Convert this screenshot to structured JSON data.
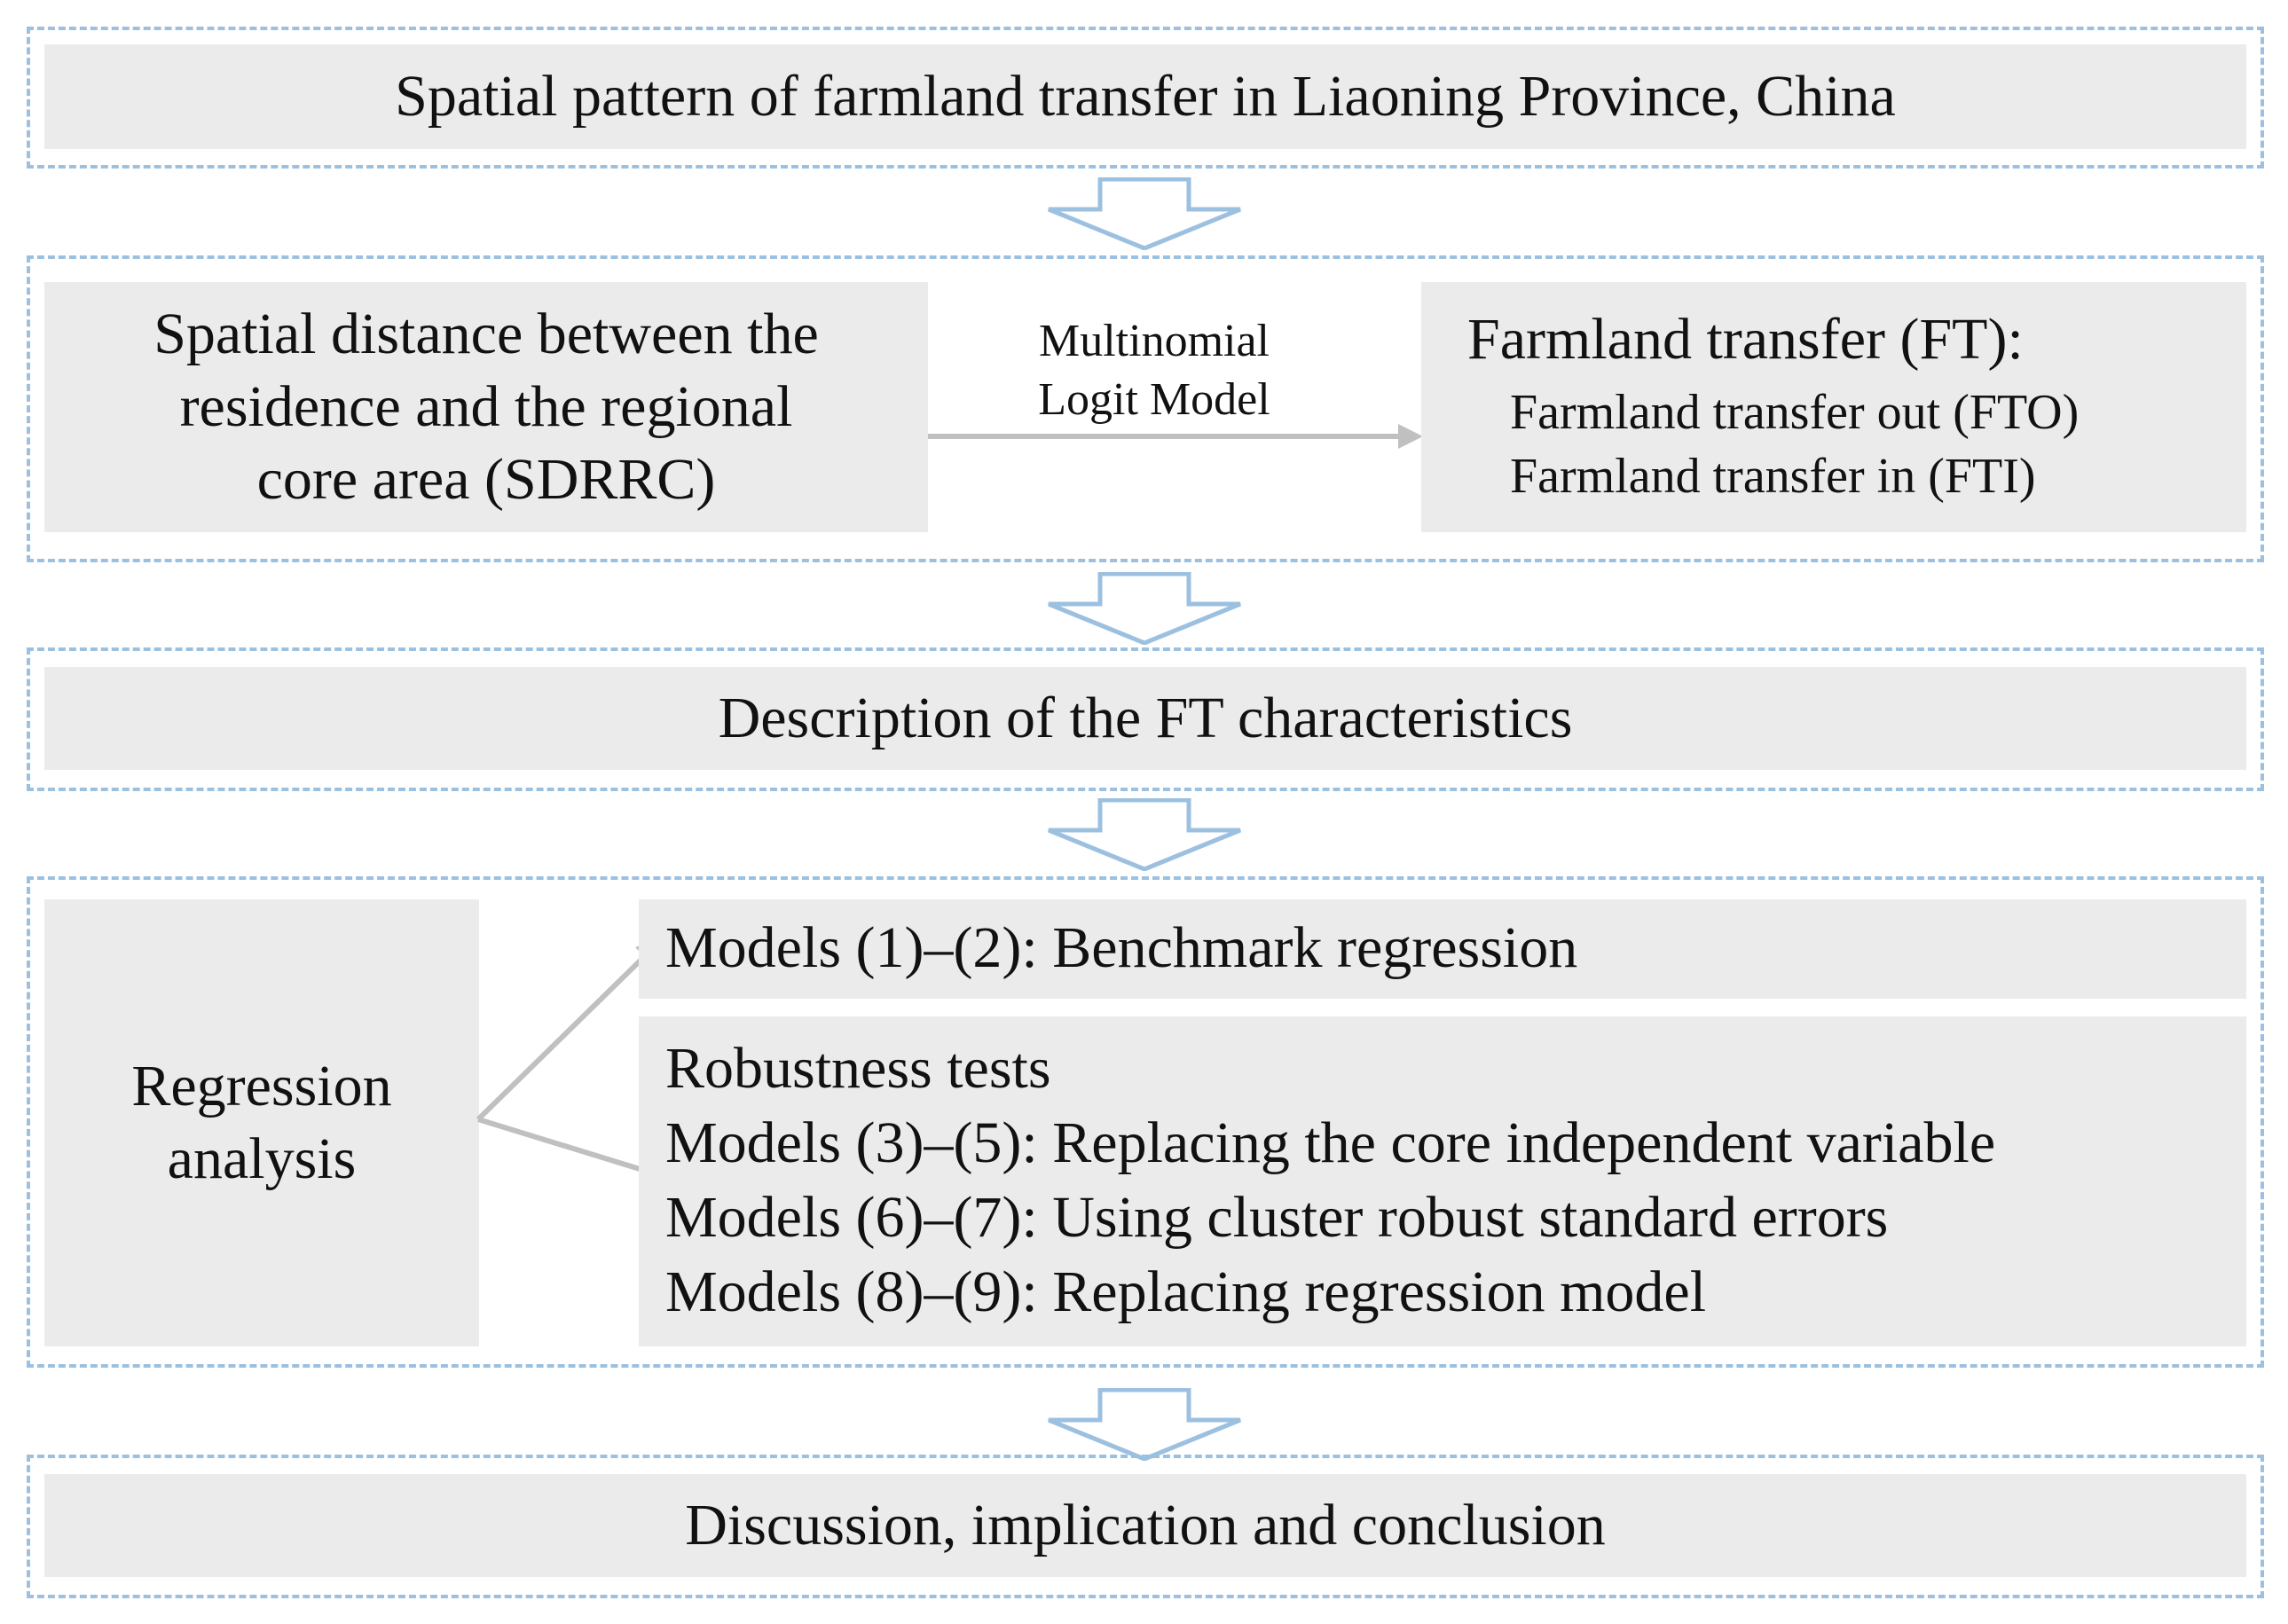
{
  "colors": {
    "dashed_border": "#9cc0e0",
    "box_fill": "#ebebeb",
    "arrow_outline": "#9cc0e0",
    "connector": "#c0c0c0"
  },
  "step1": {
    "title": "Spatial pattern of farmland transfer in Liaoning Province, China"
  },
  "step2": {
    "left_box": {
      "lines": [
        "Spatial distance between the",
        "residence and the regional",
        "core area (SDRRC)"
      ]
    },
    "connector_label": [
      "Multinomial",
      "Logit Model"
    ],
    "right_box": {
      "heading": "Farmland transfer (FT):",
      "items": [
        "Farmland transfer out (FTO)",
        "Farmland transfer in (FTI)"
      ]
    }
  },
  "step3": {
    "title": "Description of the FT characteristics"
  },
  "step4": {
    "left_box": {
      "lines": [
        "Regression",
        "analysis"
      ]
    },
    "top_box": {
      "text": "Models (1)–(2): Benchmark regression"
    },
    "bottom_box": {
      "heading": "Robustness tests",
      "items": [
        "Models (3)–(5): Replacing the core independent variable",
        "Models (6)–(7): Using cluster robust standard errors",
        "Models (8)–(9): Replacing regression model"
      ]
    }
  },
  "step5": {
    "title": "Discussion, implication and conclusion"
  },
  "icons": {
    "flow_arrow": "hollow-down-arrow-icon",
    "connector_arrow": "arrow-right-icon"
  }
}
